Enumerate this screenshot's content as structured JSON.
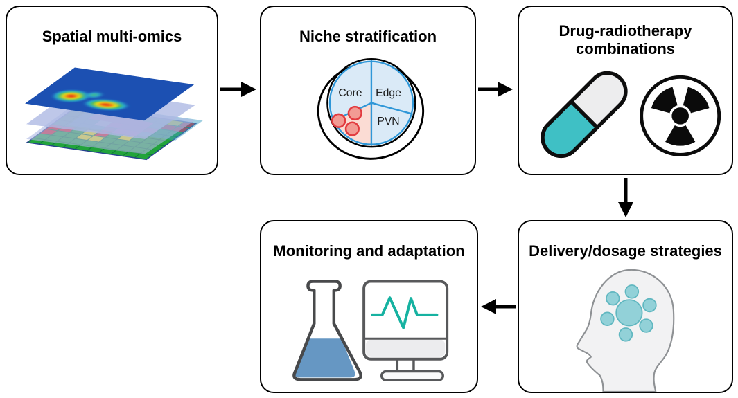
{
  "figure": {
    "boxes": {
      "spatial": {
        "title": "Spatial multi-omics"
      },
      "niche": {
        "title": "Niche stratification",
        "regions": {
          "core": "Core",
          "edge": "Edge",
          "pvn": "PVN"
        }
      },
      "drug": {
        "title_line1": "Drug-radiotherapy",
        "title_line2": "combinations"
      },
      "delivery": {
        "title": "Delivery/dosage strategies"
      },
      "monitoring": {
        "title": "Monitoring and adaptation"
      }
    },
    "flow": {
      "sequence": [
        "Spatial multi-omics",
        "Niche stratification",
        "Drug-radiotherapy combinations",
        "Delivery/dosage strategies",
        "Monitoring and adaptation"
      ],
      "arrows": [
        {
          "from": "Spatial multi-omics",
          "to": "Niche stratification",
          "direction": "right"
        },
        {
          "from": "Niche stratification",
          "to": "Drug-radiotherapy combinations",
          "direction": "right"
        },
        {
          "from": "Drug-radiotherapy combinations",
          "to": "Delivery/dosage strategies",
          "direction": "down"
        },
        {
          "from": "Delivery/dosage strategies",
          "to": "Monitoring and adaptation",
          "direction": "left"
        }
      ]
    },
    "icons": {
      "spatial": "layered-spatial-omics-maps-icon",
      "niche": "petri-dish-niche-sectors-icon",
      "drug": [
        "capsule-icon",
        "radiation-trefoil-icon"
      ],
      "delivery": "head-profile-nanoparticles-icon",
      "monitoring": [
        "erlenmeyer-flask-icon",
        "monitor-ecg-icon"
      ]
    },
    "colors": {
      "box_border": "#000000",
      "background": "#ffffff",
      "arrow": "#000000",
      "heatmap_blue": "#1c50b2",
      "grid_green": "#22a43b",
      "grid_red": "#e01f26",
      "grid_yellow": "#f3e008",
      "overlay_teal": "#3e9ec2",
      "overlay_magenta": "#c75fa3",
      "sheet_lavender": "#aeb9e4",
      "niche_blue_fill": "#daeaf7",
      "niche_pink_fill": "#fbdcd4",
      "niche_line_blue": "#2f97d8",
      "niche_cell_fill": "#f29b94",
      "niche_cell_stroke": "#e23b40",
      "capsule_teal": "#3fc0c5",
      "capsule_gray": "#ededee",
      "head_fill": "#f2f2f3",
      "head_stroke": "#8e9194",
      "nanoparticle_fill": "#92d1d8",
      "nanoparticle_stroke": "#60b7c0",
      "flask_outline": "#48494b",
      "flask_liquid": "#6697c3",
      "monitor_outline": "#58595b",
      "ecg_teal": "#16b2a1"
    }
  }
}
